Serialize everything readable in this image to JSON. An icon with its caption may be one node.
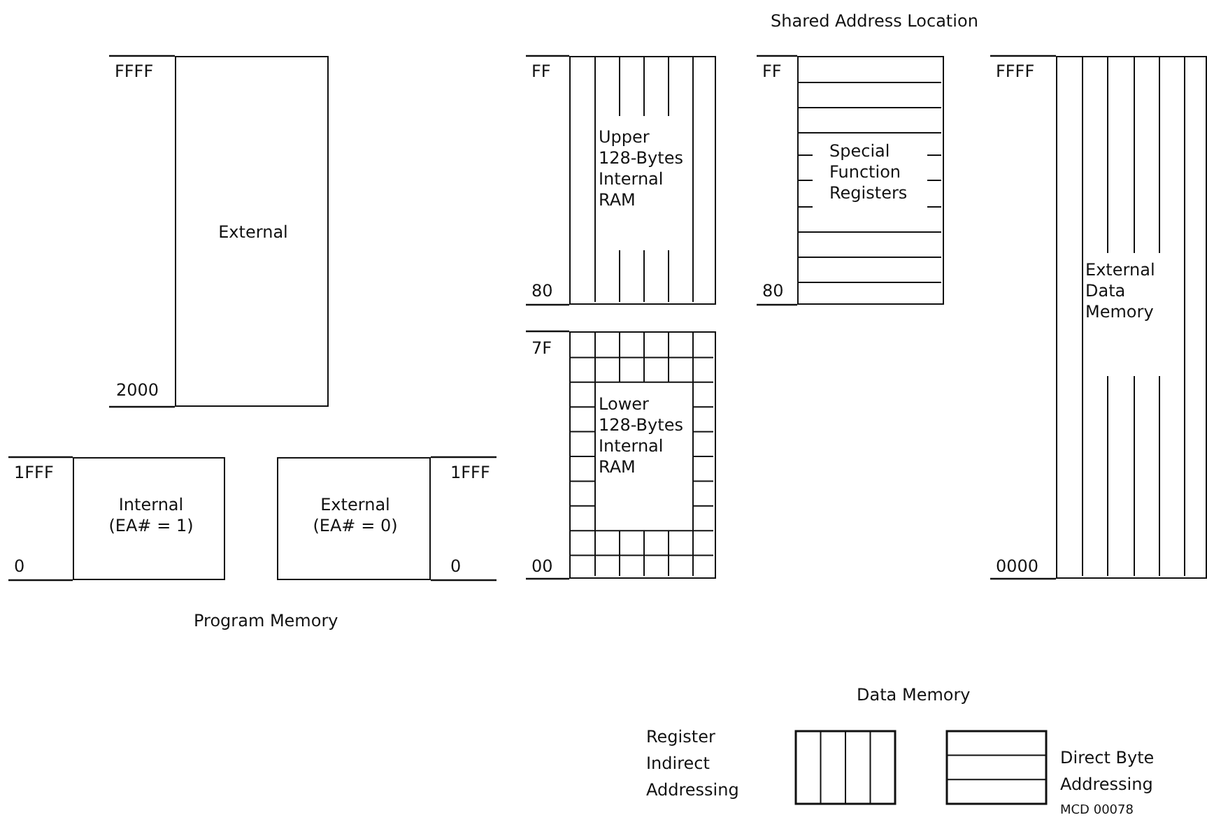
{
  "diagram": {
    "nodes": [
      {
        "text": [
          "External"
        ],
        "beside": [
          "FFFF",
          "2000"
        ]
      },
      {
        "text": [
          "Internal (EA# = 1)"
        ],
        "beside": [
          "1FFF",
          "0"
        ]
      },
      {
        "text": [
          "External (EA# = 0)"
        ],
        "beside": [
          "1FFF",
          "0"
        ]
      },
      {
        "text": [
          "Upper 128-Bytes Internal RAM"
        ],
        "beside": [
          "FF",
          "80"
        ]
      },
      {
        "text": [
          "Lower 128-Bytes Internal RAM"
        ],
        "beside": [
          "7F",
          "00"
        ]
      },
      {
        "text": [
          "Special Function Registers"
        ],
        "beside": [
          "FF",
          "80"
        ]
      },
      {
        "text": [
          "External Data Memory"
        ],
        "beside": [
          "FFFF",
          "0000"
        ]
      }
    ],
    "edges": [],
    "labels": [
      "Shared Address Location",
      "Program Memory",
      "Data Memory",
      "MCD 00078"
    ],
    "legend": [
      {
        "text": "Register Indirect Addressing"
      },
      {
        "text": "Direct Byte Addressing"
      }
    ]
  }
}
